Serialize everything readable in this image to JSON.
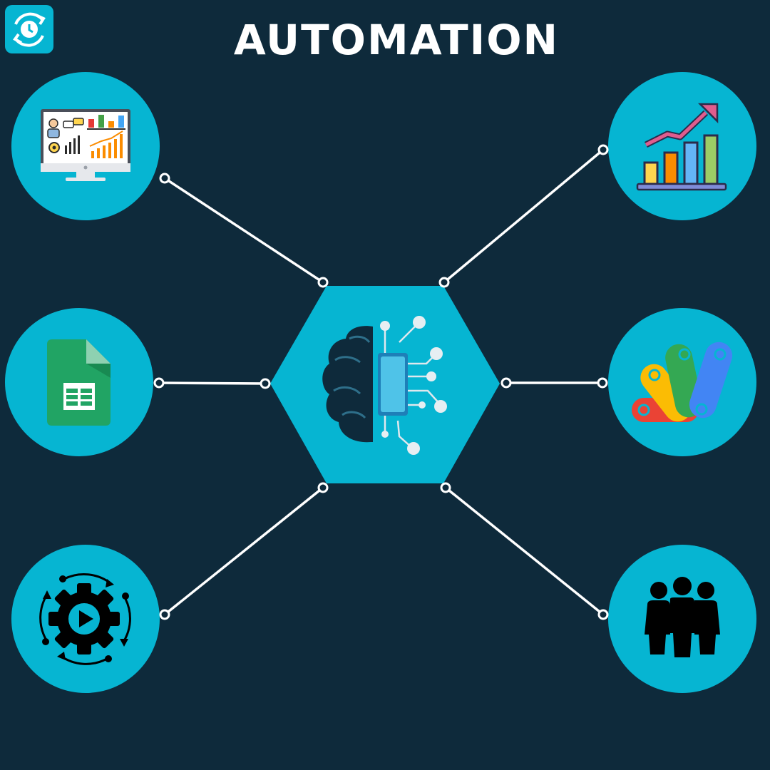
{
  "title": "AUTOMATION",
  "colors": {
    "background": "#0e2a3b",
    "accent": "#06b5d2",
    "connector": "#ffffff"
  },
  "logo": {
    "icon": "clock-sync-icon"
  },
  "center": {
    "icon": "ai-brain-circuit-icon"
  },
  "nodes": [
    {
      "id": "top-left",
      "icon": "analytics-dashboard-monitor-icon"
    },
    {
      "id": "mid-left",
      "icon": "google-sheets-icon"
    },
    {
      "id": "bottom-left",
      "icon": "gear-play-cycle-icon"
    },
    {
      "id": "top-right",
      "icon": "growth-bar-chart-icon"
    },
    {
      "id": "mid-right",
      "icon": "google-apps-script-icon"
    },
    {
      "id": "bottom-right",
      "icon": "team-people-icon"
    }
  ]
}
